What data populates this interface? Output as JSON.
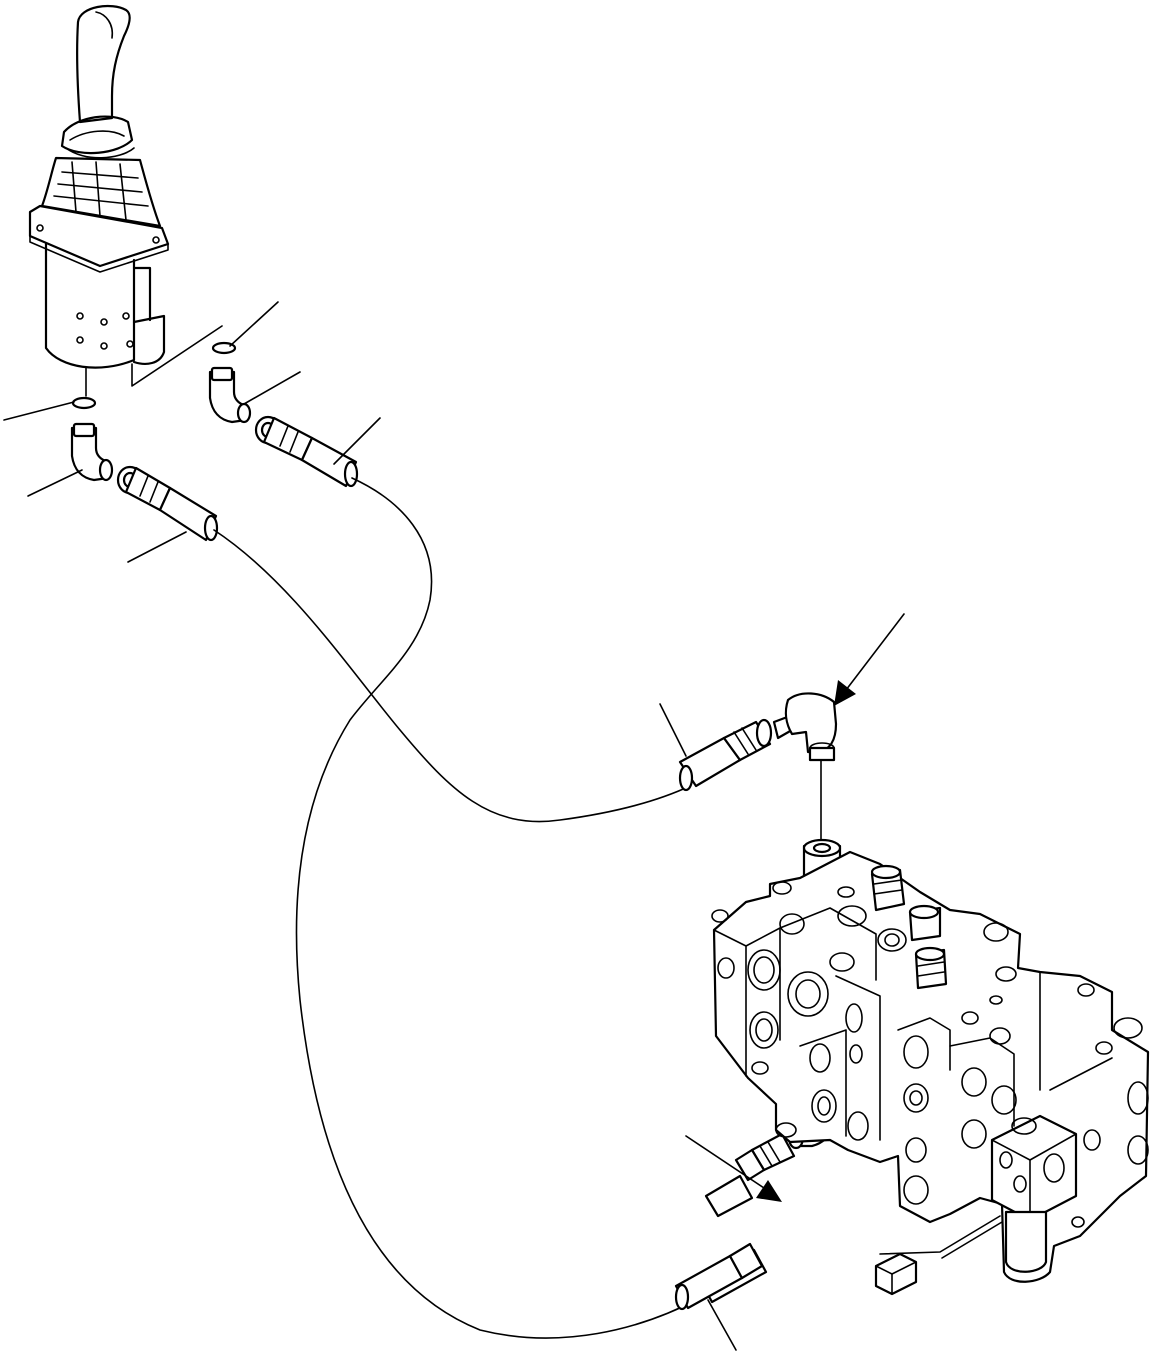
{
  "diagram": {
    "style": "exploded-parts-line-drawing",
    "stroke_color": "#000000",
    "background_color": "#ffffff",
    "callout_count": 9,
    "arrow_count": 2
  }
}
